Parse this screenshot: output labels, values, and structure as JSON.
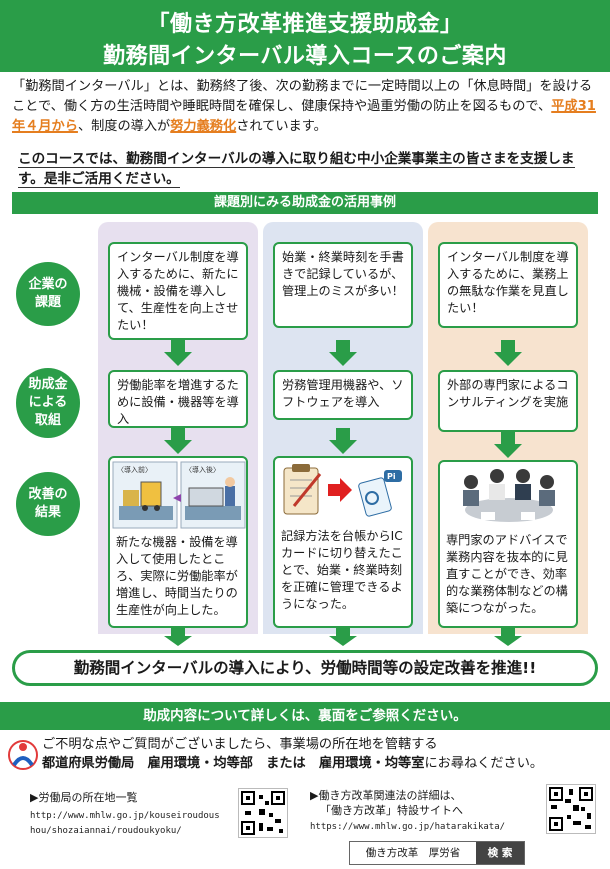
{
  "header": {
    "title1": "「働き方改革推進支援助成金」",
    "title2": "勤務間インターバル導入コースのご案内"
  },
  "intro": {
    "part1": "「勤務間インターバル」とは、勤務終了後、次の勤務までに一定時間以上の「休息時間」を設けることで、働く方の生活時間や睡眠時間を確保し、健康保持や過重労働の防止を図るもので、",
    "date": "平成31年４月から",
    "part2": "、制度の導入が",
    "duty": "努力義務化",
    "part3": "されています。"
  },
  "call": "このコースでは、勤務間インターバルの導入に取り組む中小企業事業主の皆さまを支援します。是非ご活用ください。",
  "section_title": "課題別にみる助成金の活用事例",
  "rows": {
    "issue": "企業の\n課題",
    "action": "助成金\nによる\n取組",
    "result": "改善の\n結果"
  },
  "cases": [
    {
      "issue": "インターバル制度を導入するために、新たに機械・設備を導入して、生産性を向上させたい！",
      "action": "労働能率を増進するために設備・機器等を導入",
      "result": "新たな機器・設備を導入して使用したところ、実際に労働能率が増進し、時間当たりの生産性が向上した。",
      "img_before": "〈導入前〉",
      "img_after": "〈導入後〉"
    },
    {
      "issue": "始業・終業時刻を手書きで記録しているが、管理上のミスが多い！",
      "action": "労務管理用機器や、ソフトウェアを導入",
      "result": "記録方法を台帳からICカードに切り替えたことで、始業・終業時刻を正確に管理できるようになった。",
      "ic_label": "Pi"
    },
    {
      "issue": "インターバル制度を導入するために、業務上の無駄な作業を見直したい！",
      "action": "外部の専門家によるコンサルティングを実施",
      "result": "専門家のアドバイスで業務内容を抜本的に見直すことができ、効率的な業務体制などの構築につながった。"
    }
  ],
  "banner": "勤務間インターバルの導入により、労働時間等の設定改善を推進!!",
  "info_bar": "助成内容について詳しくは、裏面をご参照ください。",
  "contact": {
    "line1": "ご不明な点やご質問がございましたら、事業場の所在地を管轄する",
    "bureau": "都道府県労働局　雇用環境・均等部　または　雇用環境・均等室",
    "tail": "にお尋ねください。"
  },
  "links": {
    "left_label": "▶労働局の所在地一覧",
    "left_url": "http://www.mhlw.go.jp/kouseiroudoushou/shozaiannai/roudoukyoku/",
    "right_label1": "▶働き方改革関連法の詳細は、",
    "right_label2": "「働き方改革」特設サイトへ",
    "right_url": "https://www.mhlw.go.jp/hatarakikata/"
  },
  "search": {
    "query": "働き方改革　厚労省",
    "button": "検 索"
  },
  "colors": {
    "green": "#2a9d48",
    "orange": "#e57e1f"
  }
}
